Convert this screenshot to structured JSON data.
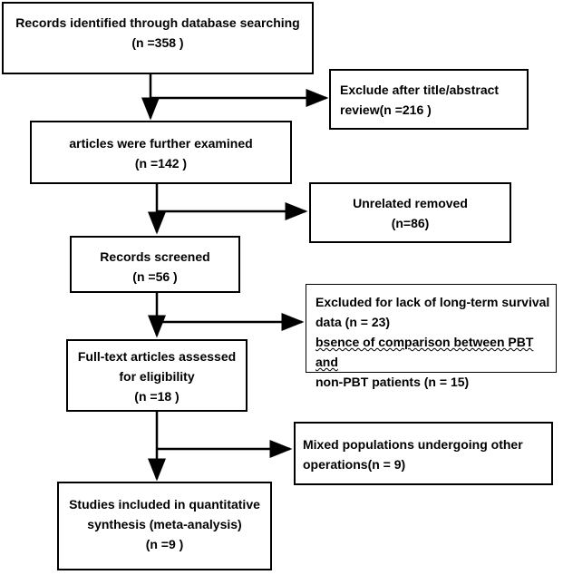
{
  "flow": {
    "box1": {
      "line1": "Records identified through database searching",
      "line2": "(n =358   )"
    },
    "exclude1": {
      "line1": "Exclude after title/abstract",
      "line2": "review(n =216 )"
    },
    "box2": {
      "line1": "articles were further examined",
      "line2": "(n =142  )"
    },
    "exclude2": {
      "line1": "Unrelated removed",
      "line2": "(n=86)"
    },
    "box3": {
      "line1": "Records screened",
      "line2": "(n =56   )"
    },
    "exclude3": {
      "line1": "Excluded for lack of long-term survival",
      "line2": "data (n = 23)",
      "line3": "bsence of comparison between PBT and",
      "line4": "non-PBT patients (n = 15)"
    },
    "box4": {
      "line1": "Full-text articles assessed",
      "line2": "for eligibility",
      "line3": "(n =18  )"
    },
    "exclude4": {
      "line1": "Mixed populations undergoing other",
      "line2": "operations(n = 9)"
    },
    "box5": {
      "line1": "Studies included in quantitative",
      "line2": "synthesis (meta-analysis)",
      "line3": "(n =9   )"
    }
  }
}
